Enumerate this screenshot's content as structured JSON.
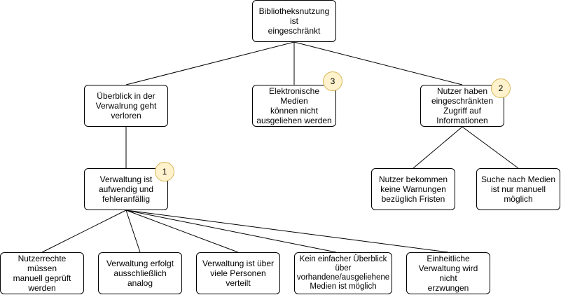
{
  "nodes": {
    "root": "Bibliotheksnutzung ist\neingeschränkt",
    "overview_lost": "Überblick in der\nVerwalrung geht\nverloren",
    "electronic_media": "Elektronische Medien\nkönnen nicht\nausgeliehen werden",
    "limited_access": "Nutzer haben\neingeschränkten\nZugriff auf\nInformationen",
    "admin_complex": "Verwaltung ist\naufwendig und\nfehleranfällig",
    "no_warnings": "Nutzer bekommen\nkeine Warnungen\nbezüglich Fristen",
    "manual_search": "Suche nach Medien\nist nur manuell\nmöglich",
    "user_rights": "Nutzerrechte müssen\nmanuell geprüft\nwerden",
    "analog_admin": "Verwaltung erfolgt\nausschließlich analog",
    "many_persons": "Verwaltung ist über\nviele Personen\nverteilt",
    "no_overview": "Kein einfacher Überblick\nüber\nvorhandene/ausgeliehene\nMedien ist möglich",
    "no_uniform": "Einheitliche\nVerwaltung wird nicht\nerzwungen"
  },
  "badges": {
    "b1": "1",
    "b2": "2",
    "b3": "3"
  },
  "colors": {
    "badge_fill": "#fff2cc",
    "badge_stroke": "#d6b656",
    "line": "#000000"
  }
}
